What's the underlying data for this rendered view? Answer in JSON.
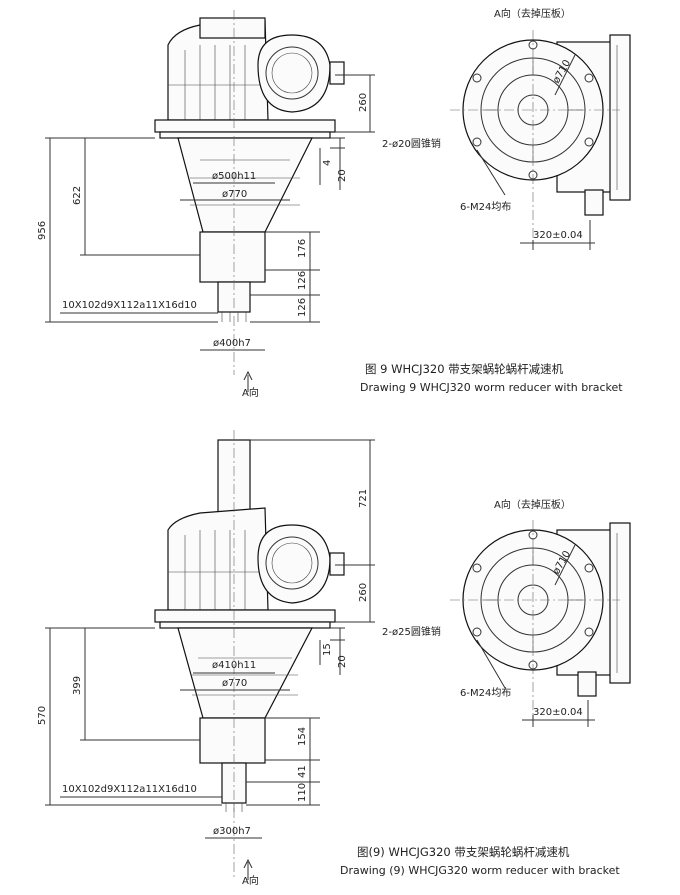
{
  "figure1": {
    "view_label": "A向（去掉压板）",
    "caption_cn": "图 9   WHCJ320 带支架蜗轮蜗杆减速机",
    "caption_en": "Drawing 9 WHCJ320  worm reducer with bracket",
    "arrow_label": "A向",
    "dims": {
      "d260": "260",
      "pin": "2-ø20圆锥销",
      "d4": "4",
      "d20": "20",
      "d622": "622",
      "d956": "956",
      "d500": "ø500h11",
      "d770": "ø770",
      "d176": "176",
      "d126a": "126",
      "d126b": "126",
      "spline": "10X102d9X112a11X16d10",
      "d400": "ø400h7",
      "d710": "ø710",
      "bolts": "6-M24均布",
      "d320": "320±0.04"
    }
  },
  "figure2": {
    "view_label": "A向（去掉压板）",
    "caption_cn": "图(9)  WHCJG320 带支架蜗轮蜗杆减速机",
    "caption_en": "Drawing (9) WHCJG320  worm reducer with bracket",
    "arrow_label": "A向",
    "dims": {
      "d721": "721",
      "d260": "260",
      "pin": "2-ø25圆锥销",
      "d15": "15",
      "d20": "20",
      "d399": "399",
      "d570": "570",
      "d410": "ø410h11",
      "d770": "ø770",
      "d154": "154",
      "d41": "41",
      "d110": "110",
      "spline": "10X102d9X112a11X16d10",
      "d300": "ø300h7",
      "d710": "ø710",
      "bolts": "6-M24均布",
      "d320": "320±0.04"
    }
  }
}
